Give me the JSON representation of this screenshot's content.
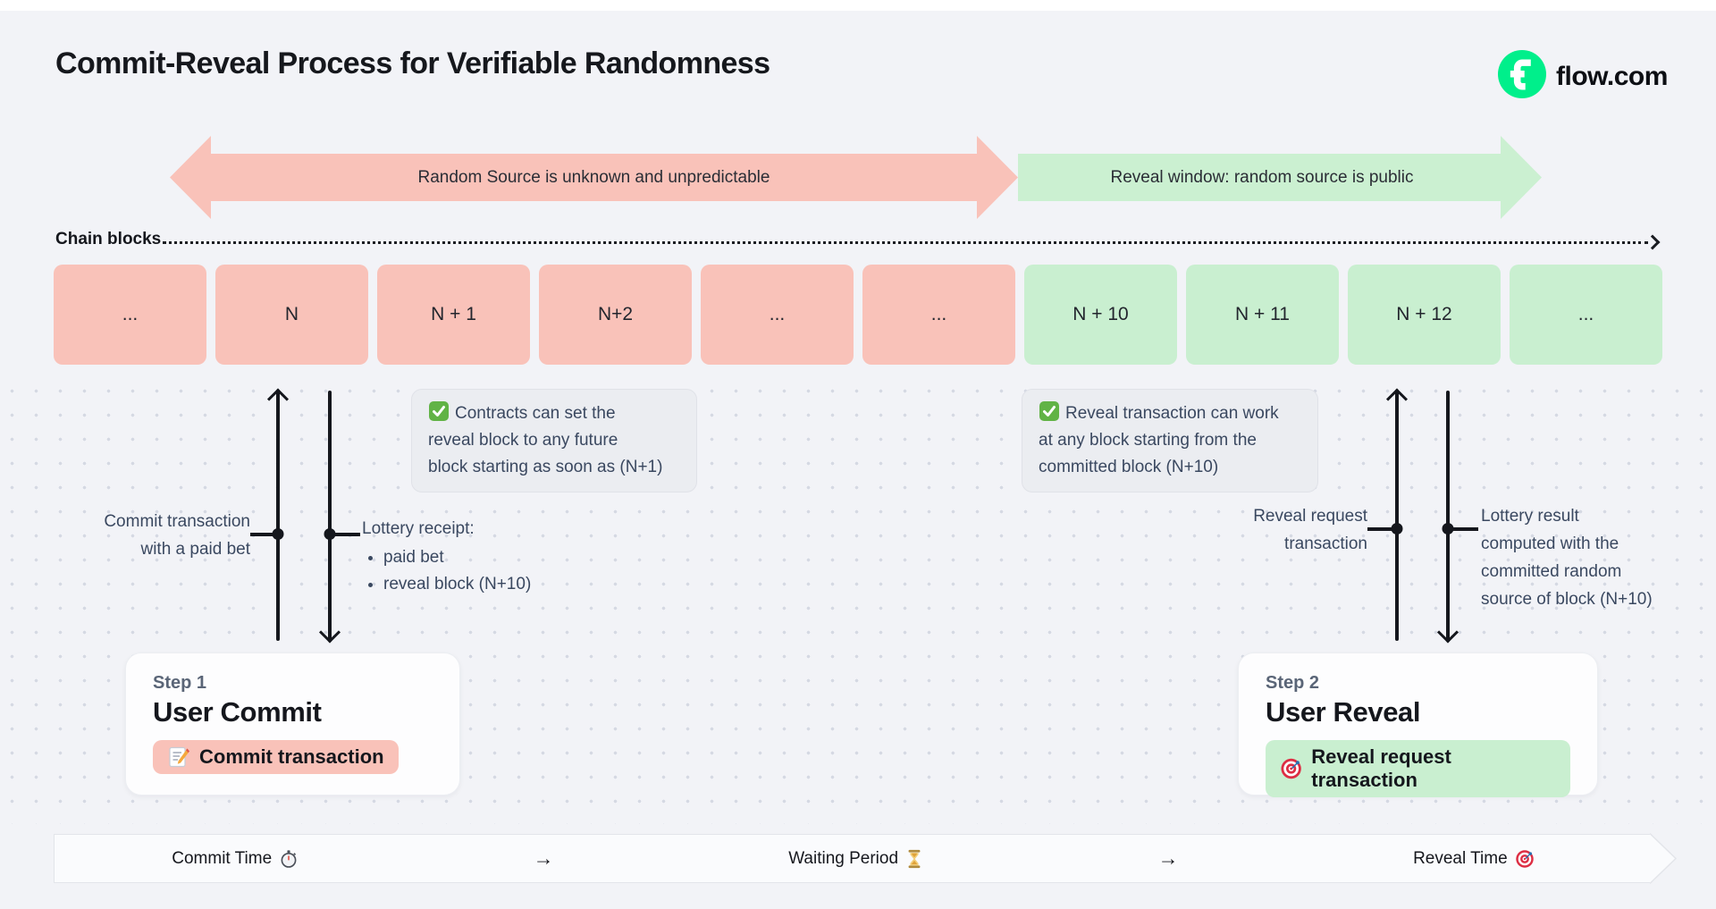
{
  "page": {
    "title": "Commit-Reveal Process for Verifiable Randomness"
  },
  "brand": {
    "name": "flow.com",
    "logo_icon": "flow-circle-icon",
    "logo_color": "#00ef8b"
  },
  "phases": {
    "commit": {
      "label": "Random Source is unknown and unpredictable",
      "color": "#f9c2b9"
    },
    "reveal": {
      "label": "Reveal window: random source is public",
      "color": "#cbf0d1"
    }
  },
  "chain": {
    "label": "Chain blocks",
    "blocks": [
      {
        "label": "...",
        "phase": "commit"
      },
      {
        "label": "N",
        "phase": "commit"
      },
      {
        "label": "N + 1",
        "phase": "commit"
      },
      {
        "label": "N+2",
        "phase": "commit"
      },
      {
        "label": "...",
        "phase": "commit"
      },
      {
        "label": "...",
        "phase": "commit"
      },
      {
        "label": "N + 10",
        "phase": "reveal"
      },
      {
        "label": "N + 11",
        "phase": "reveal"
      },
      {
        "label": "N + 12",
        "phase": "reveal"
      },
      {
        "label": "...",
        "phase": "reveal"
      }
    ]
  },
  "notes": {
    "commit_note": {
      "icon": "check-icon",
      "text": "Contracts can set the\nreveal block to any future\nblock starting as soon as (N+1)"
    },
    "reveal_note": {
      "icon": "check-icon",
      "text": "Reveal transaction can work\nat any block starting from the\ncommitted block (N+10)"
    }
  },
  "commit_flow": {
    "up_label": "Commit transaction\nwith a paid bet",
    "receipt_title": "Lottery receipt:",
    "receipt_bullets": [
      "paid bet",
      "reveal block (N+10)"
    ]
  },
  "reveal_flow": {
    "up_label": "Reveal request\ntransaction",
    "down_label": "Lottery result\ncomputed with the\ncommitted random\nsource of block (N+10)"
  },
  "steps": [
    {
      "kicker": "Step 1",
      "title": "User Commit",
      "action": "Commit transaction",
      "icon": "memo-icon",
      "color": "#f9c2b9"
    },
    {
      "kicker": "Step 2",
      "title": "User Reveal",
      "action": "Reveal request transaction",
      "icon": "target-icon",
      "color": "#c9efd0"
    }
  ],
  "timeline": {
    "items": [
      {
        "label": "Commit Time",
        "icon": "stopwatch-icon"
      },
      {
        "label": "Waiting Period",
        "icon": "hourglass-icon"
      },
      {
        "label": "Reveal Time",
        "icon": "target-icon"
      }
    ],
    "separator": "→"
  },
  "colors": {
    "background": "#f2f3f7",
    "commit_pink": "#f9c2b9",
    "reveal_green": "#cbf0d1",
    "arrow_black": "#15171d",
    "note_bg": "#ebedf1",
    "label_slate": "#3a4860",
    "brand_green": "#00ef8b"
  }
}
